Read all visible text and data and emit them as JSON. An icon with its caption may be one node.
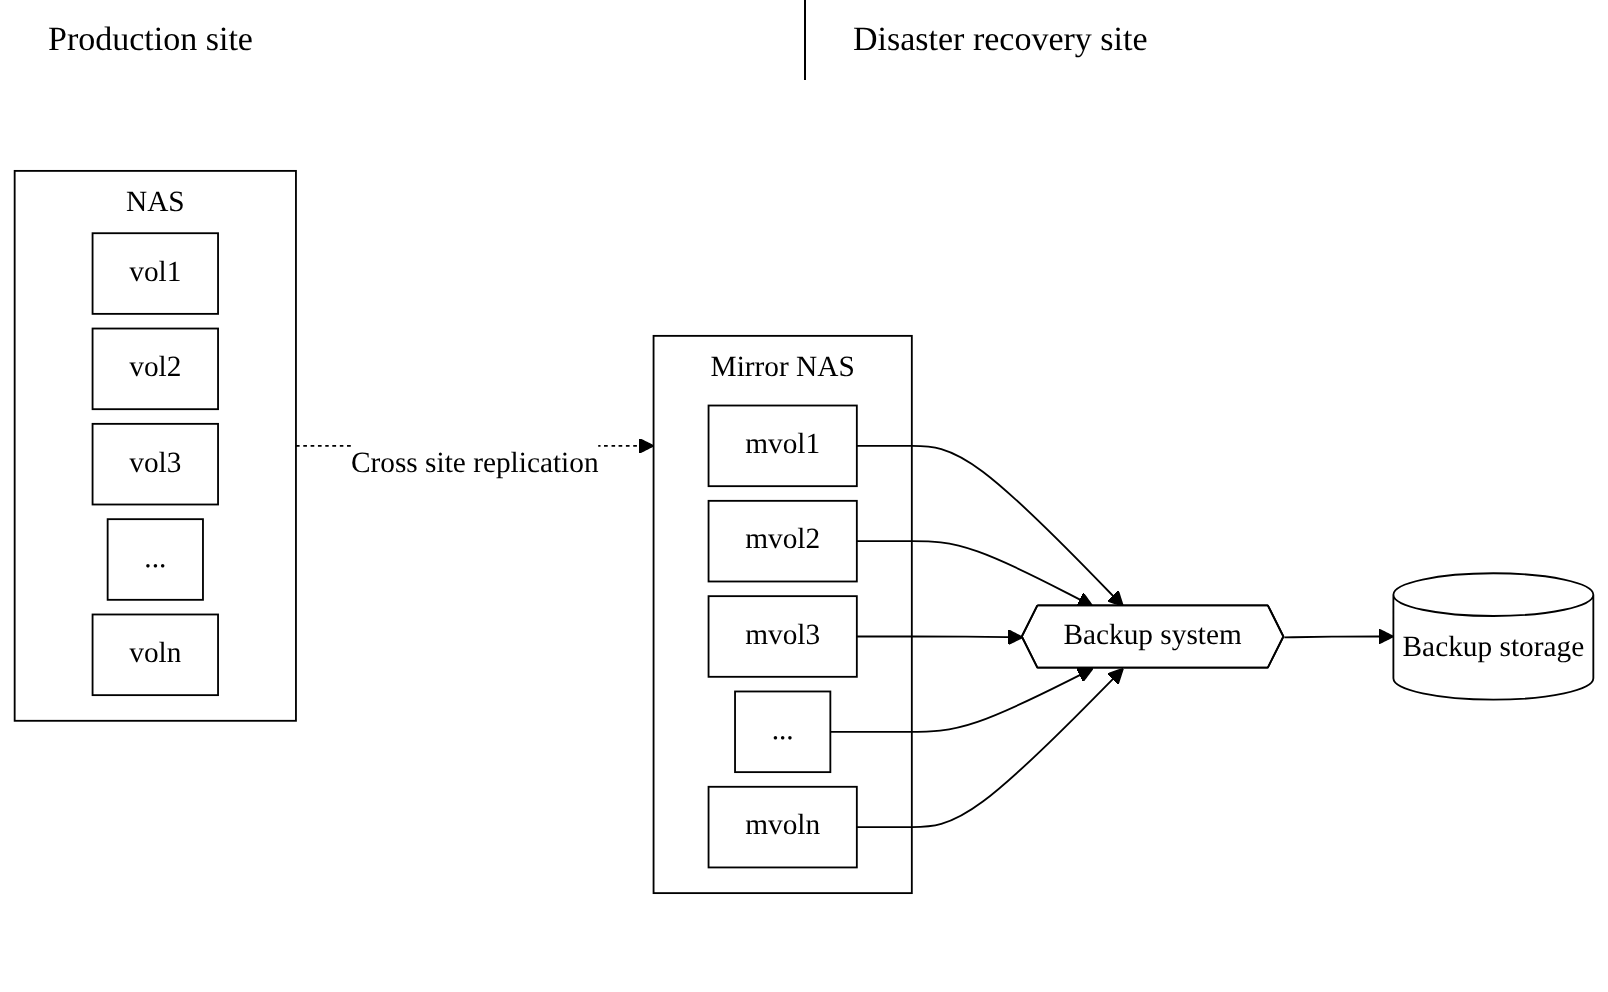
{
  "diagram": {
    "nodes": [
      {
        "text": [
          "NAS"
        ]
      },
      {
        "text": [
          "vol1"
        ],
        "in": 0
      },
      {
        "text": [
          "vol2"
        ],
        "in": 0
      },
      {
        "text": [
          "vol3"
        ],
        "in": 0
      },
      {
        "text": [
          "..."
        ],
        "in": 0
      },
      {
        "text": [
          "voln"
        ],
        "in": 0
      },
      {
        "text": [
          "Mirror NAS"
        ]
      },
      {
        "text": [
          "mvol1"
        ],
        "in": 6
      },
      {
        "text": [
          "mvol2"
        ],
        "in": 6
      },
      {
        "text": [
          "mvol3"
        ],
        "in": 6
      },
      {
        "text": [
          "..."
        ],
        "in": 6
      },
      {
        "text": [
          "mvoln"
        ],
        "in": 6
      },
      {
        "text": [
          "Backup system"
        ]
      },
      {
        "text": [
          "Backup storage"
        ]
      }
    ],
    "edges": [
      {
        "from": 0,
        "to": 6,
        "arrow": "to",
        "label": "Cross site replication",
        "style": "dashed"
      },
      {
        "from": 7,
        "to": 12,
        "arrow": "to"
      },
      {
        "from": 8,
        "to": 12,
        "arrow": "to"
      },
      {
        "from": 9,
        "to": 12,
        "arrow": "to"
      },
      {
        "from": 10,
        "to": 12,
        "arrow": "to"
      },
      {
        "from": 11,
        "to": 12,
        "arrow": "to"
      },
      {
        "from": 12,
        "to": 13,
        "arrow": "to"
      }
    ],
    "labels": [
      "Production site",
      "Disaster recovery site"
    ]
  }
}
